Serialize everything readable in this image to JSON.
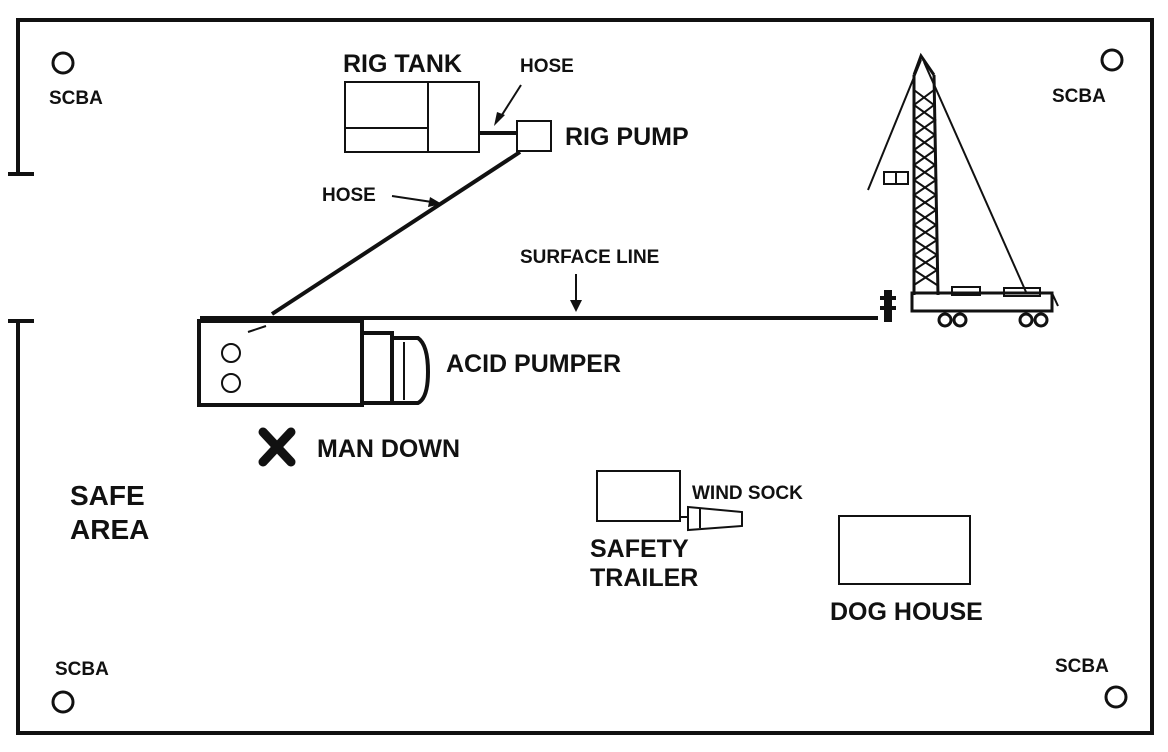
{
  "labels": {
    "scba_tl": "SCBA",
    "scba_tr": "SCBA",
    "scba_bl": "SCBA",
    "scba_br": "SCBA",
    "rig_tank": "RIG TANK",
    "hose_top": "HOSE",
    "rig_pump": "RIG PUMP",
    "hose_left": "HOSE",
    "surface_line": "SURFACE LINE",
    "acid_pumper": "ACID PUMPER",
    "man_down": "MAN DOWN",
    "safe_area_1": "SAFE",
    "safe_area_2": "AREA",
    "wind_sock": "WIND SOCK",
    "safety_trailer_1": "SAFETY",
    "safety_trailer_2": "TRAILER",
    "dog_house": "DOG HOUSE"
  },
  "icons": {
    "man_down": "x-mark-icon",
    "scba": "circle-icon",
    "rig": "drilling-rig-icon",
    "wind_sock": "wind-sock-icon"
  }
}
